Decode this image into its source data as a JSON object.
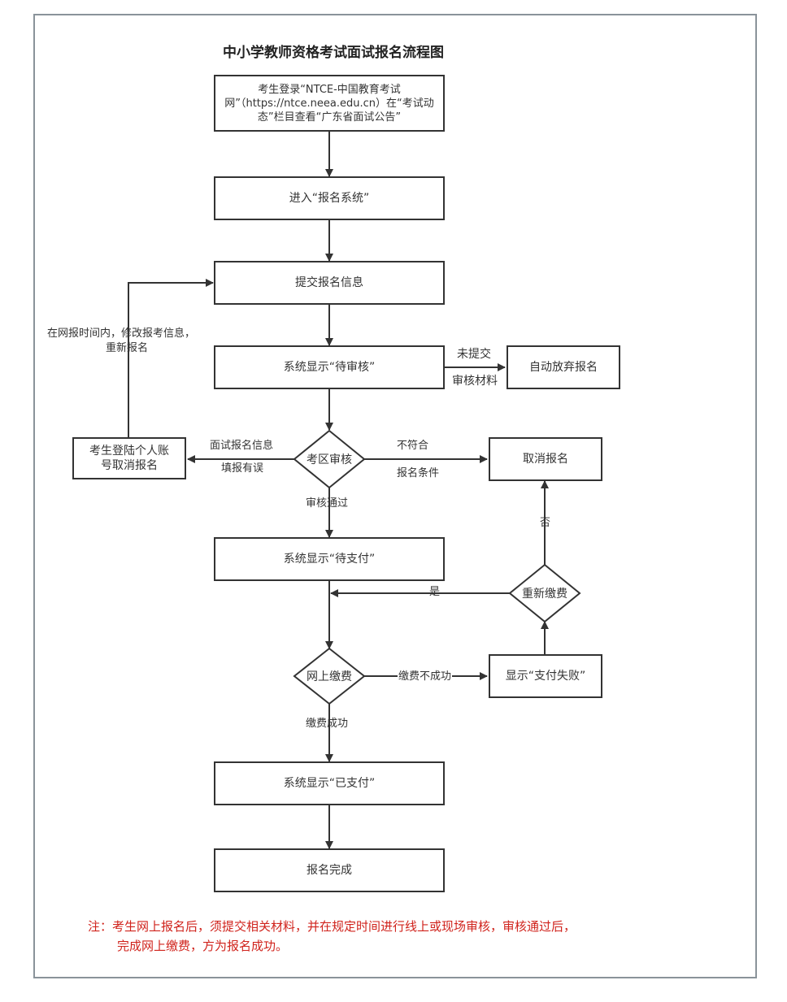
{
  "title": "中小学教师资格考试面试报名流程图",
  "nodes": {
    "login": "考生登录“NTCE-中国教育考试网”（https://ntce.neea.edu.cn）在“考试动态”栏目查看“广东省面试公告”",
    "enter_system": "进入“报名系统”",
    "submit_info": "提交报名信息",
    "pending_review": "系统显示“待审核”",
    "auto_abandon": "自动放弃报名",
    "district_review": "考区审核",
    "cancel_personal": "考生登陆个人账号取消报名",
    "cancel_registration": "取消报名",
    "pending_payment": "系统显示“待支付”",
    "repay": "重新缴费",
    "online_payment": "网上缴费",
    "payment_failed": "显示“支付失败”",
    "paid": "系统显示“已支付”",
    "complete": "报名完成"
  },
  "edge_labels": {
    "modify_line1": "在网报时间内，修改报考信息，",
    "modify_line2": "重新报名",
    "not_submitted_1": "未提交",
    "not_submitted_2": "审核材料",
    "info_error_1": "面试报名信息",
    "info_error_2": "填报有误",
    "not_meet_1": "不符合",
    "not_meet_2": "报名条件",
    "review_passed": "审核通过",
    "no": "否",
    "yes": "是",
    "payment_unsuccessful": "缴费不成功",
    "payment_success": "缴费成功"
  },
  "note": {
    "line1": "注：考生网上报名后，须提交相关材料，并在规定时间进行线上或现场审核，审核通过后，",
    "line2": "完成网上缴费，方为报名成功。"
  }
}
